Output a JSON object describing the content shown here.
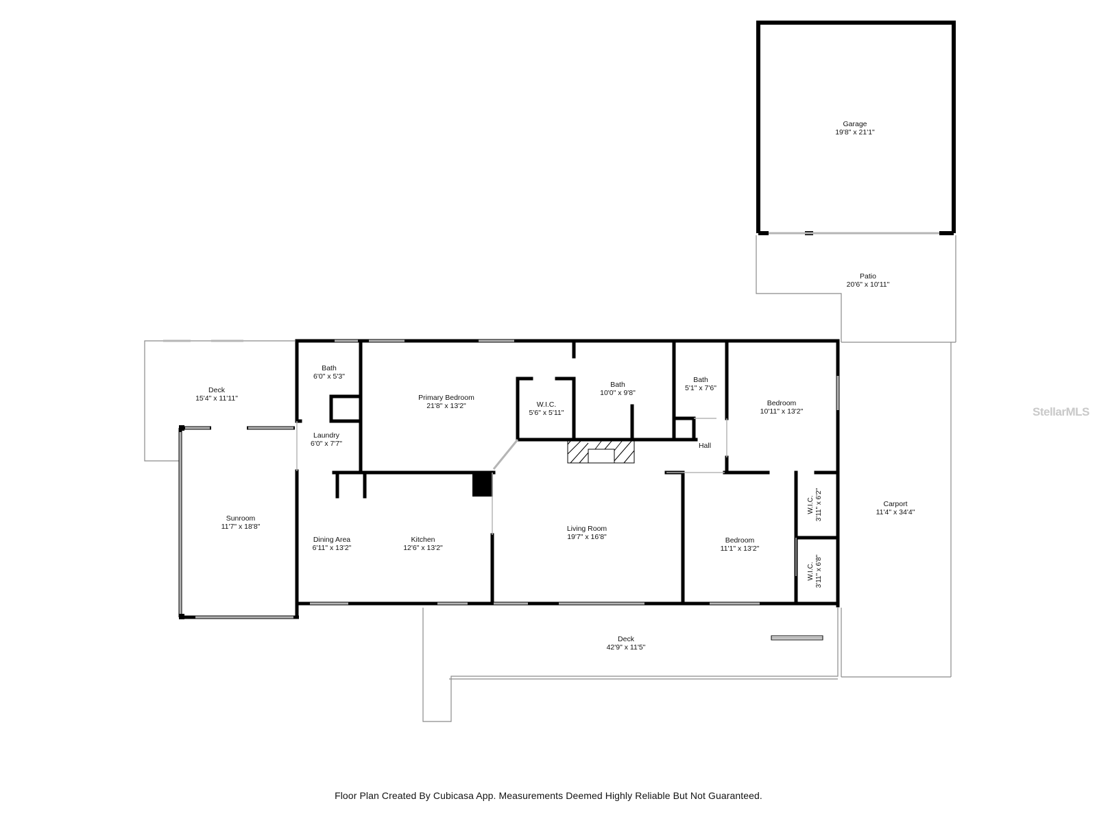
{
  "rooms": {
    "garage": {
      "name": "Garage",
      "dims": "19'8\" x 21'1\""
    },
    "patio": {
      "name": "Patio",
      "dims": "20'6\" x 10'11\""
    },
    "deck_west": {
      "name": "Deck",
      "dims": "15'4\" x 11'11\""
    },
    "bath_1": {
      "name": "Bath",
      "dims": "6'0\" x 5'3\""
    },
    "laundry": {
      "name": "Laundry",
      "dims": "6'0\" x 7'7\""
    },
    "primary_bedroom": {
      "name": "Primary Bedroom",
      "dims": "21'8\" x 13'2\""
    },
    "wic_primary": {
      "name": "W.I.C.",
      "dims": "5'6\" x 5'11\""
    },
    "bath_2": {
      "name": "Bath",
      "dims": "10'0\" x 9'8\""
    },
    "bath_3": {
      "name": "Bath",
      "dims": "5'1\" x 7'6\""
    },
    "bedroom_1": {
      "name": "Bedroom",
      "dims": "10'11\" x 13'2\""
    },
    "hall": {
      "name": "Hall"
    },
    "sunroom": {
      "name": "Sunroom",
      "dims": "11'7\" x 18'8\""
    },
    "dining_area": {
      "name": "Dining Area",
      "dims": "6'11\" x 13'2\""
    },
    "kitchen": {
      "name": "Kitchen",
      "dims": "12'6\" x 13'2\""
    },
    "living_room": {
      "name": "Living Room",
      "dims": "19'7\" x 16'8\""
    },
    "bedroom_2": {
      "name": "Bedroom",
      "dims": "11'1\" x 13'2\""
    },
    "wic_1": {
      "name": "W.I.C.",
      "dims": "3'11\" x 6'2\""
    },
    "wic_2": {
      "name": "W.I.C.",
      "dims": "3'11\" x 6'8\""
    },
    "carport": {
      "name": "Carport",
      "dims": "11'4\" x 34'4\""
    },
    "deck_south": {
      "name": "Deck",
      "dims": "42'9\" x 11'5\""
    }
  },
  "footer": "Floor Plan Created By Cubicasa App. Measurements Deemed Highly Reliable But Not Guaranteed.",
  "watermark": "StellarMLS",
  "colors": {
    "wall": "#000000",
    "outline": "#8a8a8a",
    "window": "#b5b5b5",
    "watermark": "#c9c9c9"
  }
}
